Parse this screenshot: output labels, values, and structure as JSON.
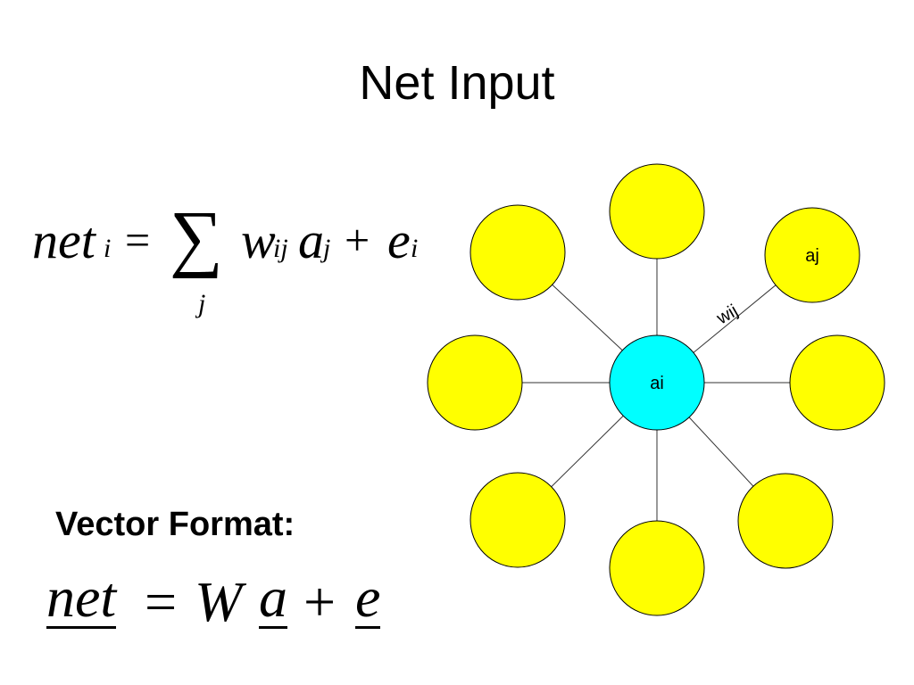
{
  "slide": {
    "title": "Net Input",
    "vector_label": "Vector Format:"
  },
  "equation_sum": {
    "net": "net",
    "net_sub": "i",
    "equals": "=",
    "sigma": "∑",
    "sigma_sub": "j",
    "w": "w",
    "w_sub": "ij",
    "a": "a",
    "a_sub": "j",
    "plus": "+",
    "e": "e",
    "e_sub": "i"
  },
  "equation_vector": {
    "net": "net",
    "equals": "=",
    "W": "W",
    "a": "a",
    "plus": "+",
    "e": "e"
  },
  "diagram": {
    "center_label": "ai",
    "target_label": "aj",
    "weight_label": "wij",
    "colors": {
      "center_fill": "#00FFFF",
      "node_fill": "#FFFF00",
      "stroke": "#000000",
      "edge": "#333333"
    },
    "outer_nodes": [
      {
        "name": "node-top",
        "label": ""
      },
      {
        "name": "node-top-right",
        "label": "aj"
      },
      {
        "name": "node-right",
        "label": ""
      },
      {
        "name": "node-bottom-right",
        "label": ""
      },
      {
        "name": "node-bottom",
        "label": ""
      },
      {
        "name": "node-bottom-left",
        "label": ""
      },
      {
        "name": "node-left",
        "label": ""
      },
      {
        "name": "node-top-left",
        "label": ""
      }
    ]
  }
}
